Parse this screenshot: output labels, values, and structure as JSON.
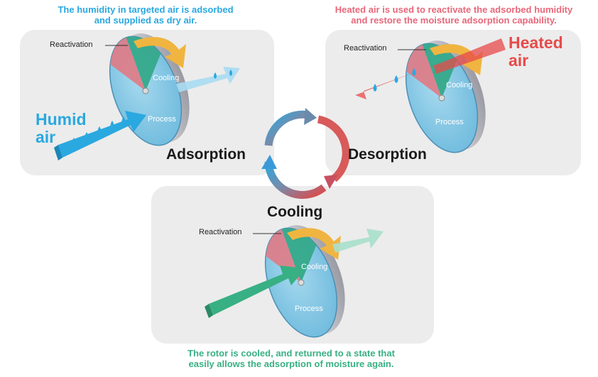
{
  "captions": {
    "adsorption": "The humidity in targeted air is adsorbed\nand supplied as dry air.",
    "desorption": "Heated air is used to reactivate the adsorbed humidity\nand restore the moisture adsorption capability.",
    "cooling": "The rotor is cooled, and returned to a state that\neasily allows the adsorption of moisture again."
  },
  "stages": {
    "adsorption": "Adsorption",
    "desorption": "Desorption",
    "cooling": "Cooling"
  },
  "rotor_labels": {
    "reactivation": "Reactivation",
    "cooling": "Cooling",
    "process": "Process"
  },
  "air_labels": {
    "humid": "Humid\nair",
    "heated": "Heated\nair"
  },
  "colors": {
    "humid_blue": "#2aa8e0",
    "heated_red": "#e84a4a",
    "cooling_green": "#38b084",
    "rotor_face": "#7cc4e4",
    "reactivation_sector": "#e07a85",
    "cooling_sector": "#35a98a",
    "rotation_arrow": "#f0b540"
  }
}
